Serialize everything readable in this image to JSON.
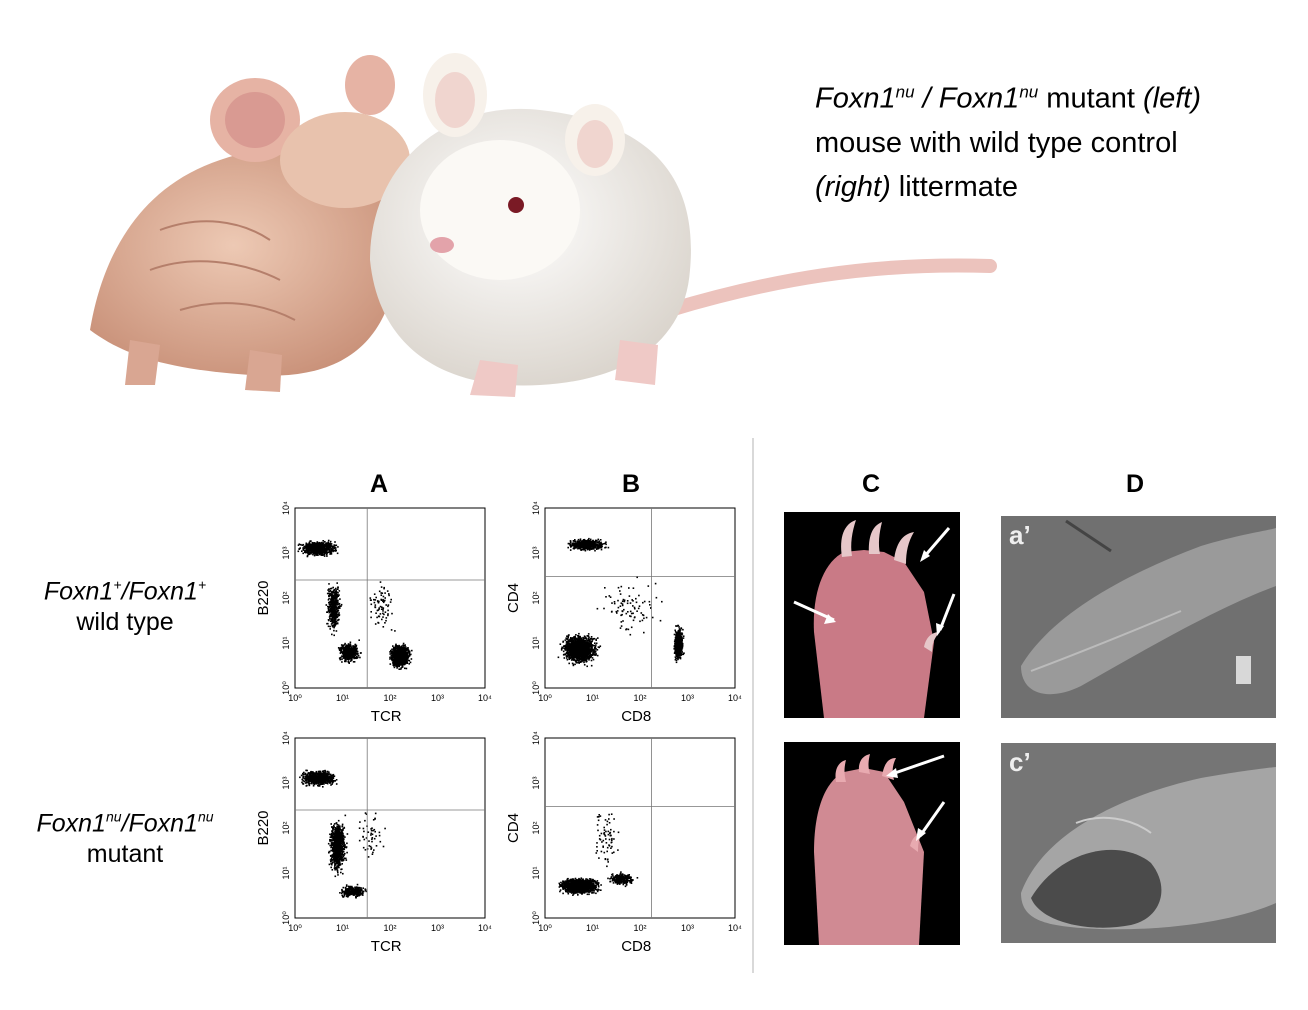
{
  "caption": {
    "genotype_a": "Foxn1",
    "sup_a": "nu",
    "separator": " / ",
    "genotype_b": "Foxn1",
    "sup_b": "nu",
    "mutant_word": " mutant ",
    "left_word": "(left)",
    "line2": "mouse with wild type control",
    "right_word": "(right)",
    "littermate_word": " littermate"
  },
  "panels": {
    "a": "A",
    "b": "B",
    "c": "C",
    "d": "D"
  },
  "rows": {
    "wildtype": {
      "gene1": "Foxn1",
      "sup1": "+",
      "slash": "/",
      "gene2": "Foxn1",
      "sup2": "+",
      "label": "wild type"
    },
    "mutant": {
      "gene1": "Foxn1",
      "sup1": "nu",
      "slash": "/",
      "gene2": "Foxn1",
      "sup2": "nu",
      "label": "mutant"
    }
  },
  "sem_labels": {
    "top": "a’",
    "bottom": "c’"
  },
  "tick_labels": [
    "10⁰",
    "10¹",
    "10²",
    "10³",
    "10⁴"
  ],
  "plots": {
    "a_top": {
      "xlabel": "TCR",
      "ylabel": "B220"
    },
    "b_top": {
      "xlabel": "CD8",
      "ylabel": "CD4"
    },
    "a_bottom": {
      "xlabel": "TCR",
      "ylabel": "B220"
    },
    "b_bottom": {
      "xlabel": "CD8",
      "ylabel": "CD4"
    }
  },
  "colors": {
    "dots": "#000000",
    "mouse_nude": "#e2b8a2",
    "mouse_white": "#f4f1ec",
    "paw": "#c97a86",
    "sem": "#8a8a8a"
  }
}
